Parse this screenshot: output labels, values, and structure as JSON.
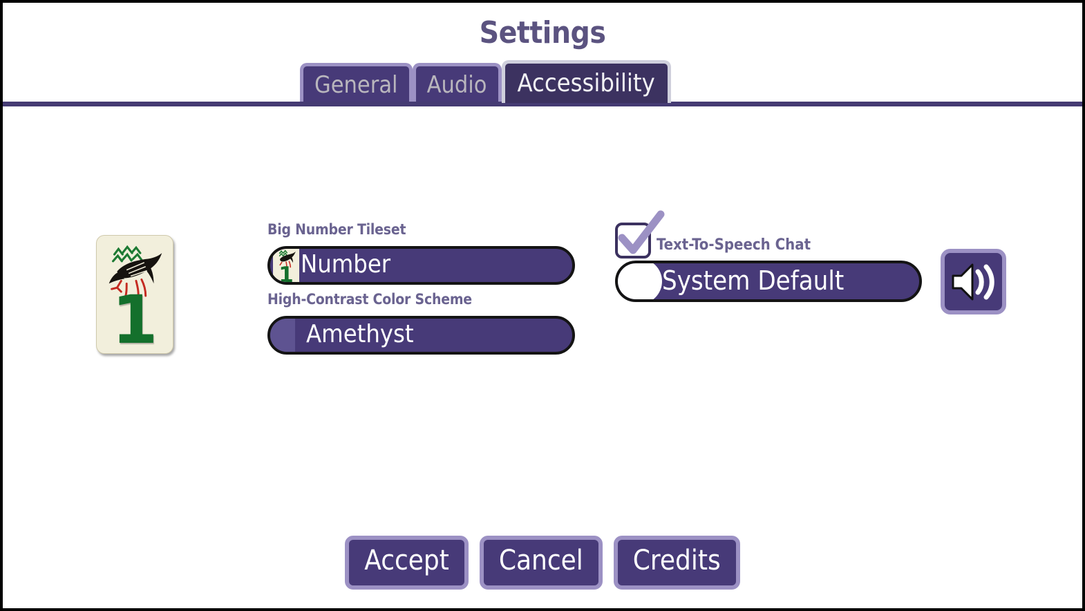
{
  "window": {
    "title": "Settings"
  },
  "tabs": [
    {
      "id": "general",
      "label": "General",
      "active": false
    },
    {
      "id": "audio",
      "label": "Audio",
      "active": false
    },
    {
      "id": "accessibility",
      "label": "Accessibility",
      "active": true
    }
  ],
  "preview": {
    "tile_number": "1",
    "tile_suit_icon": "bamboo-bird-icon"
  },
  "settings": {
    "tileset": {
      "label": "Big Number Tileset",
      "value": "Number",
      "thumbnail_number": "1",
      "thumbnail_icon": "bamboo-bird-icon"
    },
    "color_scheme": {
      "label": "High-Contrast Color Scheme",
      "value": "Amethyst",
      "swatch_color": "#5e5391"
    },
    "tts": {
      "checkbox_label": "Text-To-Speech Chat",
      "checked": true,
      "voice_value": "System Default",
      "preview_icon": "speaker-volume-icon"
    }
  },
  "buttons": [
    {
      "id": "accept",
      "label": "Accept"
    },
    {
      "id": "cancel",
      "label": "Cancel"
    },
    {
      "id": "credits",
      "label": "Credits"
    }
  ],
  "colors": {
    "accent_purple": "#473a78",
    "light_purple": "#9c91c4",
    "active_tab": "#3c3260",
    "label_text": "#6a6390",
    "title_text": "#5b5380",
    "tile_cream": "#f2efdc",
    "tile_green": "#14702c",
    "divider": "#453b73"
  }
}
